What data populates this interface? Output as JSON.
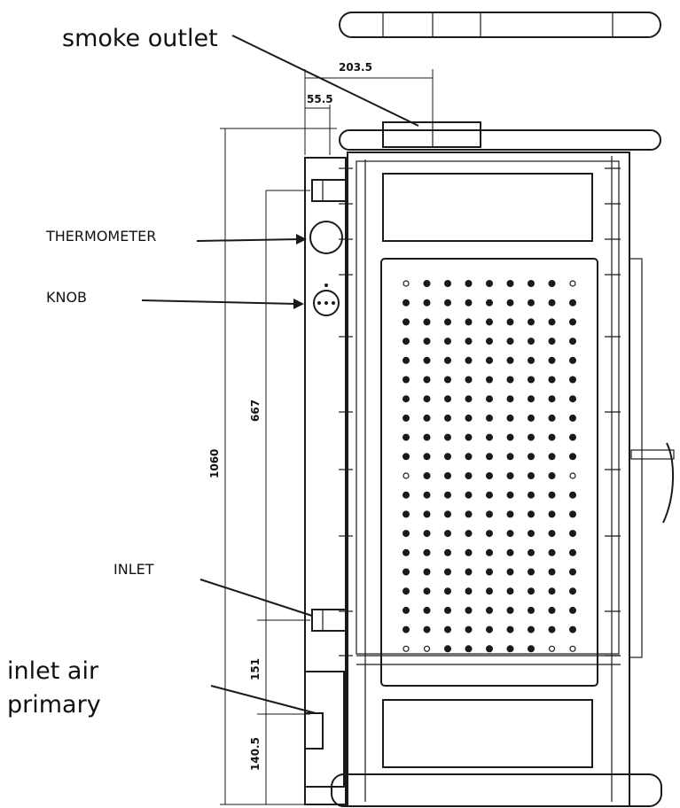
{
  "labels": {
    "smoke_outlet": "smoke outlet",
    "thermometer": "THERMOMETER",
    "knob": "KNOB",
    "inlet": "INLET",
    "inlet_air_line1": "inlet air",
    "inlet_air_line2": "primary"
  },
  "dimensions": {
    "outlet_offset": "203.5",
    "outlet_margin": "55.5",
    "total_height": "1060",
    "inlet_span": "667",
    "inlet_to_air": "151",
    "air_height": "140.5"
  },
  "colors": {
    "line": "#1a1a1a",
    "background": "#ffffff"
  }
}
